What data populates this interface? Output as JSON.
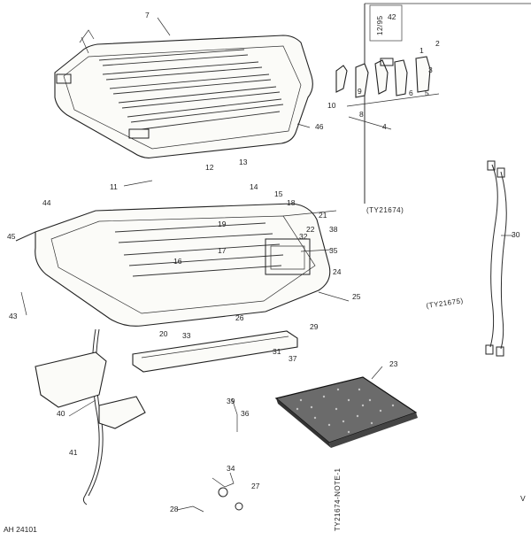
{
  "figure": {
    "reference_code": "AH 24101",
    "revision_stamp": "12/95",
    "side_text_upper": "(TY21674)",
    "side_text_middle": "(TY21675)",
    "side_text_bottom": "TY21674-NOTE-1",
    "margin_note": "V"
  },
  "callouts": [
    {
      "id": "c1",
      "label": "1"
    },
    {
      "id": "c2",
      "label": "2"
    },
    {
      "id": "c3",
      "label": "3"
    },
    {
      "id": "c4",
      "label": "4"
    },
    {
      "id": "c5",
      "label": "5"
    },
    {
      "id": "c6",
      "label": "6"
    },
    {
      "id": "c7",
      "label": "7"
    },
    {
      "id": "c8",
      "label": "8"
    },
    {
      "id": "c9",
      "label": "9"
    },
    {
      "id": "c10",
      "label": "10"
    },
    {
      "id": "c11",
      "label": "11"
    },
    {
      "id": "c12",
      "label": "12"
    },
    {
      "id": "c13",
      "label": "13"
    },
    {
      "id": "c14",
      "label": "14"
    },
    {
      "id": "c15",
      "label": "15"
    },
    {
      "id": "c16",
      "label": "16"
    },
    {
      "id": "c17",
      "label": "17"
    },
    {
      "id": "c18",
      "label": "18"
    },
    {
      "id": "c19",
      "label": "19"
    },
    {
      "id": "c20",
      "label": "20"
    },
    {
      "id": "c21",
      "label": "21"
    },
    {
      "id": "c22",
      "label": "22"
    },
    {
      "id": "c23",
      "label": "23"
    },
    {
      "id": "c24",
      "label": "24"
    },
    {
      "id": "c25",
      "label": "25"
    },
    {
      "id": "c26",
      "label": "26"
    },
    {
      "id": "c27",
      "label": "27"
    },
    {
      "id": "c28",
      "label": "28"
    },
    {
      "id": "c29",
      "label": "29"
    },
    {
      "id": "c30",
      "label": "30"
    },
    {
      "id": "c31",
      "label": "31"
    },
    {
      "id": "c32",
      "label": "32"
    },
    {
      "id": "c33",
      "label": "33"
    },
    {
      "id": "c34",
      "label": "34"
    },
    {
      "id": "c35",
      "label": "35"
    },
    {
      "id": "c36",
      "label": "36"
    },
    {
      "id": "c37",
      "label": "37"
    },
    {
      "id": "c38",
      "label": "38"
    },
    {
      "id": "c39",
      "label": "39"
    },
    {
      "id": "c40",
      "label": "40"
    },
    {
      "id": "c41",
      "label": "41"
    },
    {
      "id": "c42",
      "label": "42"
    },
    {
      "id": "c43",
      "label": "43"
    },
    {
      "id": "c44",
      "label": "44"
    },
    {
      "id": "c45",
      "label": "45"
    },
    {
      "id": "c46",
      "label": "46"
    }
  ]
}
